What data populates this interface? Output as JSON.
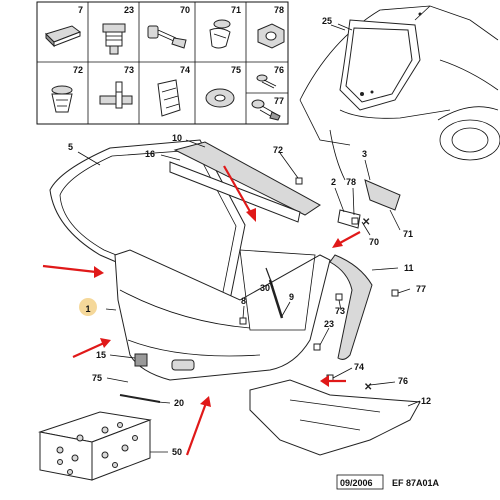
{
  "parts_grid": {
    "row1": [
      "7",
      "23",
      "70",
      "71",
      "78"
    ],
    "row2": [
      "72",
      "73",
      "74",
      "75",
      "76",
      "77"
    ]
  },
  "callouts": {
    "c25": "25",
    "c5": "5",
    "c10": "10",
    "c16": "16",
    "c72": "72",
    "c3": "3",
    "c2": "2",
    "c78": "78",
    "c70": "70",
    "c71": "71",
    "c11": "11",
    "c77": "77",
    "c73": "73",
    "c1": "1",
    "c30": "30",
    "c8": "8",
    "c9": "9",
    "c23": "23",
    "c15": "15",
    "c75": "75",
    "c20": "20",
    "c74": "74",
    "c76": "76",
    "c12": "12",
    "c50": "50"
  },
  "footer": {
    "date": "09/2006",
    "ref": "EF 87A01A"
  },
  "colors": {
    "arrow": "#e01919",
    "highlight": "#f5d89a",
    "panel": "#d9d9d9"
  }
}
